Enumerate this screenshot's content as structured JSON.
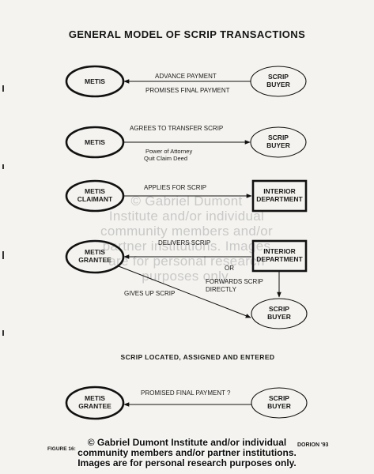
{
  "title": "GENERAL MODEL OF SCRIP TRANSACTIONS",
  "rows": [
    {
      "left": [
        "METIS"
      ],
      "right": [
        "SCRIP",
        "BUYER"
      ],
      "labels": [
        "ADVANCE PAYMENT",
        "PROMISES FINAL PAYMENT"
      ]
    },
    {
      "left": [
        "METIS"
      ],
      "right": [
        "SCRIP",
        "BUYER"
      ],
      "labels": [
        "AGREES TO TRANSFER SCRIP",
        "Power of Attorney",
        "Quit Claim Deed"
      ]
    },
    {
      "left": [
        "METIS",
        "CLAIMANT"
      ],
      "right": [
        "INTERIOR",
        "DEPARTMENT"
      ],
      "labels": [
        "APPLIES FOR SCRIP"
      ]
    },
    {
      "left": [
        "METIS",
        "GRANTEE"
      ],
      "right": [
        "INTERIOR",
        "DEPARTMENT"
      ],
      "right2": [
        "SCRIP",
        "BUYER"
      ],
      "labels": [
        "DELIVERS SCRIP",
        "OR",
        "FORWARDS SCRIP",
        "DIRECTLY",
        "GIVES UP SCRIP"
      ]
    },
    {
      "left": [
        "METIS",
        "GRANTEE"
      ],
      "right": [
        "SCRIP",
        "BUYER"
      ],
      "labels": [
        "PROMISED FINAL PAYMENT ?"
      ]
    }
  ],
  "section_heading": "SCRIP LOCATED, ASSIGNED AND ENTERED",
  "figure_caption": "FIGURE 16:",
  "credit": "DORION '93",
  "watermark": [
    "© Gabriel Dumont",
    "Institute and/or individual",
    "community members and/or",
    "partner institutions. Images",
    "are for personal research",
    "purposes only."
  ],
  "copyright": [
    "© Gabriel Dumont Institute and/or individual",
    "community members and/or partner institutions.",
    "Images are for personal research purposes only."
  ]
}
